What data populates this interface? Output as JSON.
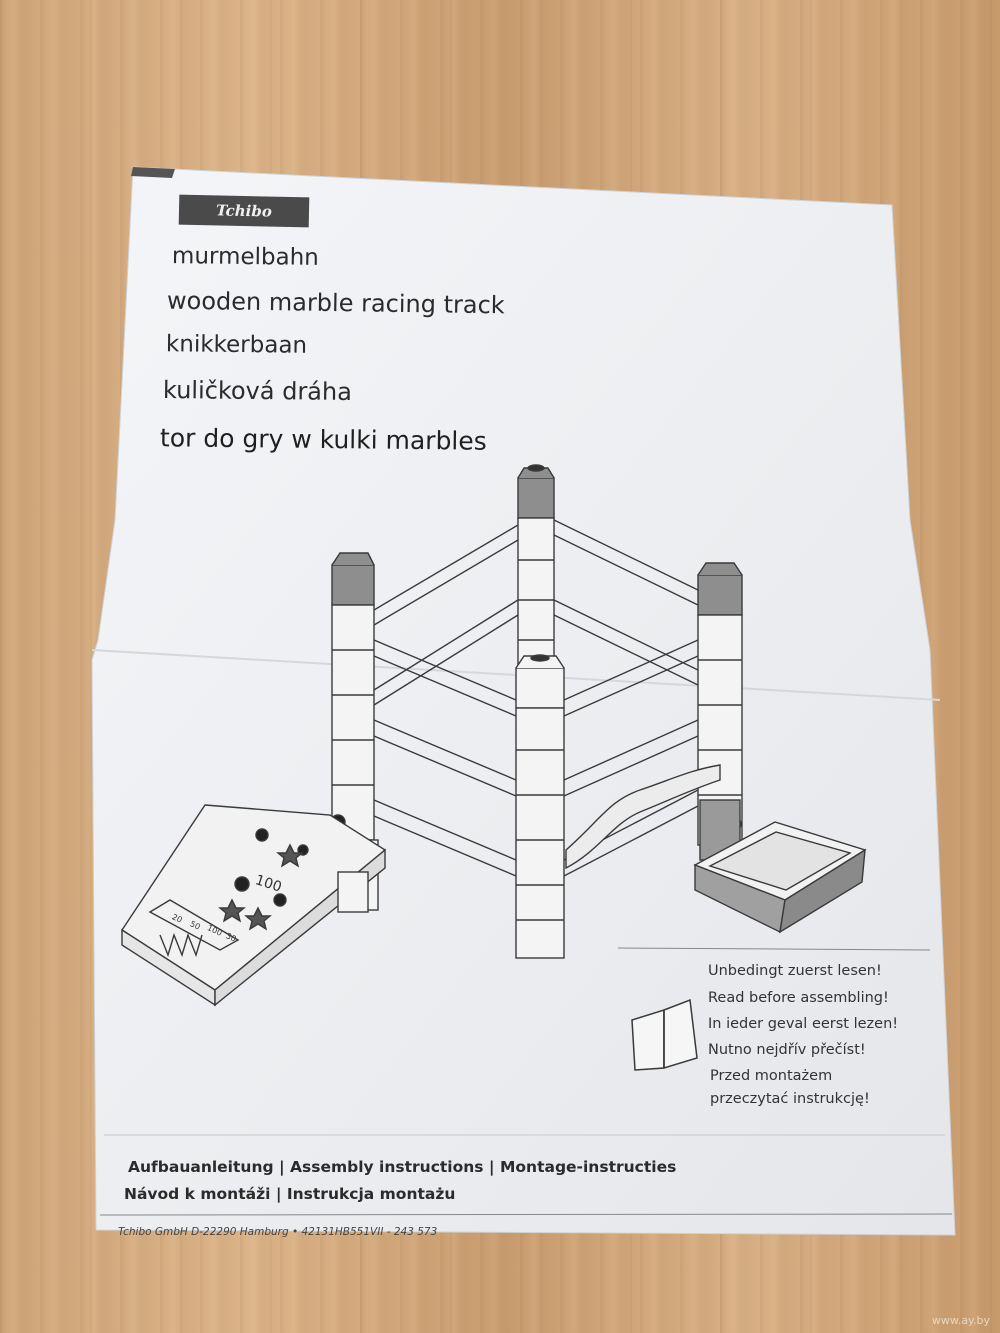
{
  "brand": "Tchibo",
  "titles": [
    "murmelbahn",
    "wooden marble racing track",
    "knikkerbaan",
    "kuličková dráha",
    "tor do gry w kulki marbles"
  ],
  "read_notes": [
    "Unbedingt zuerst lesen!",
    "Read before assembling!",
    "In ieder geval eerst lezen!",
    "Nutno nejdřív přečíst!",
    "Przed montażem",
    "przeczytać instrukcję!"
  ],
  "instructions": {
    "line1": "Aufbauanleitung | Assembly instructions | Montage-instructies",
    "line2": "Návod k montáži | Instrukcja montażu"
  },
  "footer": "Tchibo GmbH D-22290 Hamburg • 42131HB551VII - 243 573",
  "game_board": {
    "score_center": "100",
    "scores": [
      "20",
      "50",
      "100",
      "30"
    ]
  },
  "watermark": "www.ay.by",
  "colors": {
    "paper": "#eef0f3",
    "ink": "#2b2b2b",
    "table": "#d2a97c"
  }
}
